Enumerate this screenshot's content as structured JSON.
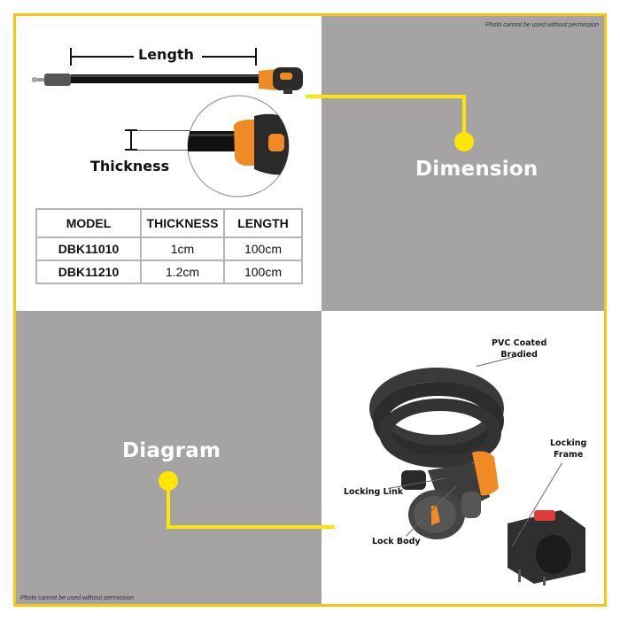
{
  "colors": {
    "frame_border": "#f9c80e",
    "panel_grey": "#a5a3a4",
    "connector_yellow": "#ffe600",
    "accent_orange": "#f08a24"
  },
  "notices": {
    "top_right": "Photo cannot be used without permission",
    "bottom_left": "Photo cannot be used without permission"
  },
  "dimension_panel": {
    "title": "Dimension",
    "length_label": "Length",
    "thickness_label": "Thickness",
    "spec_table": {
      "headers": [
        "MODEL",
        "THICKNESS",
        "LENGTH"
      ],
      "rows": [
        [
          "DBK11010",
          "1cm",
          "100cm"
        ],
        [
          "DBK11210",
          "1.2cm",
          "100cm"
        ]
      ]
    }
  },
  "diagram_panel": {
    "title": "Diagram",
    "callouts": {
      "pvc": "PVC Coated\nBradied",
      "locking_frame": "Locking\nFrame",
      "locking_link": "Locking Link",
      "lock_body": "Lock Body"
    }
  }
}
